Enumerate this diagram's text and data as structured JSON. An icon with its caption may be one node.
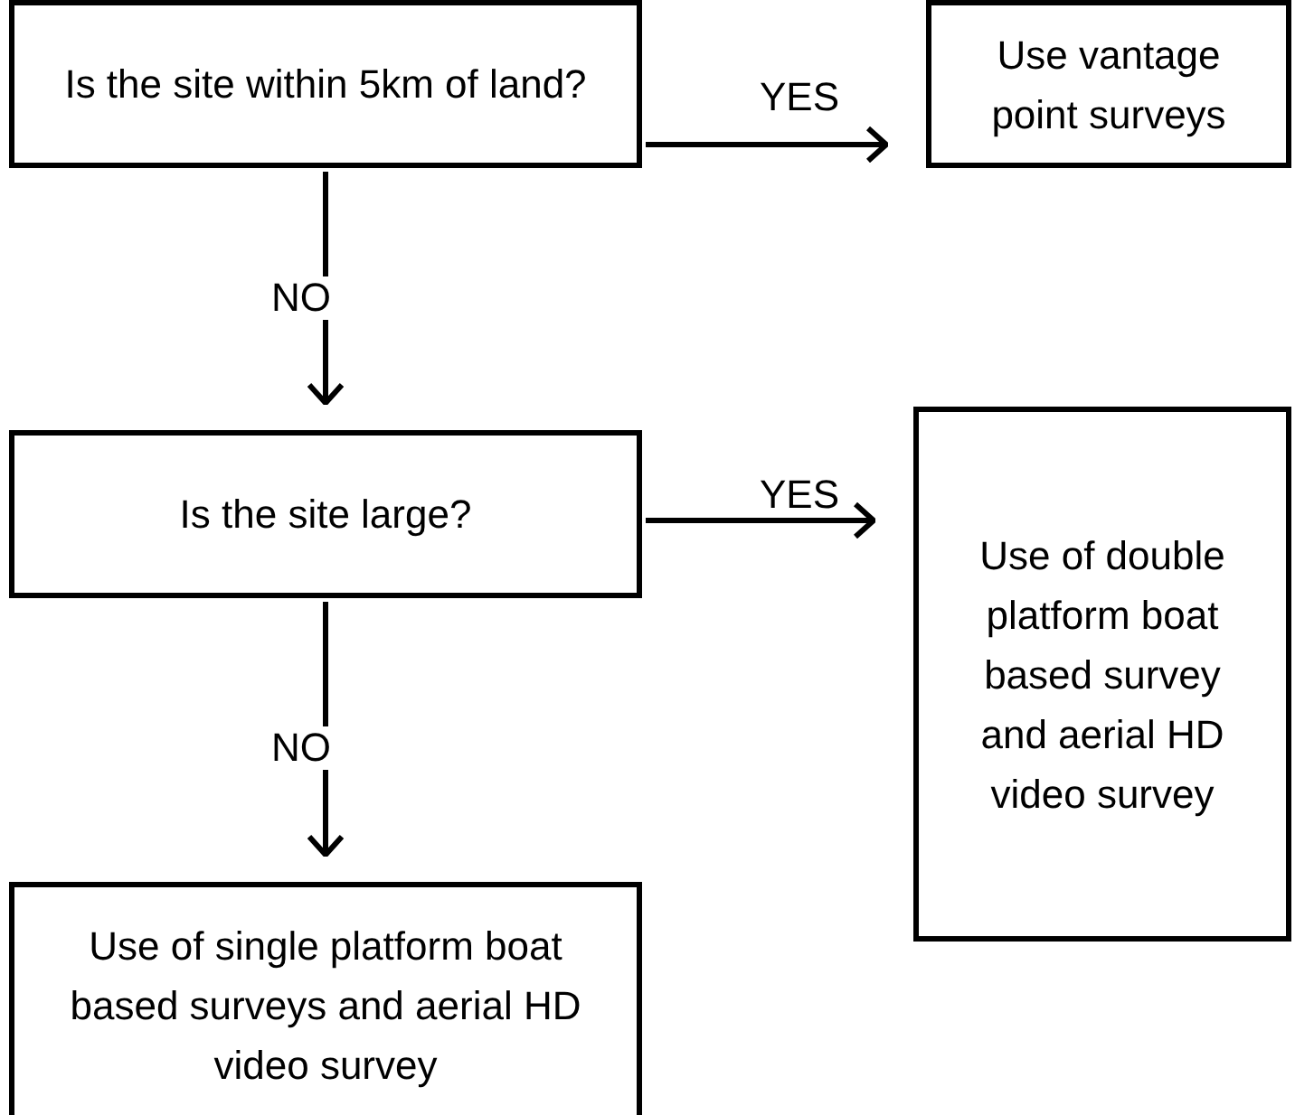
{
  "diagram": {
    "nodes": [
      {
        "text": [
          "Is the site within 5km of land?"
        ]
      },
      {
        "text": [
          "Use vantage point surveys"
        ]
      },
      {
        "text": [
          "Is the site large?"
        ]
      },
      {
        "text": [
          "Use of double platform boat based survey and aerial HD video survey"
        ]
      },
      {
        "text": [
          "Use of single platform boat based surveys and aerial HD video survey"
        ]
      }
    ],
    "edges": [
      {
        "from": 0,
        "to": 1,
        "arrow": "to",
        "label": "YES"
      },
      {
        "from": 0,
        "to": 2,
        "arrow": "to",
        "label": "NO"
      },
      {
        "from": 2,
        "to": 3,
        "arrow": "to",
        "label": "YES"
      },
      {
        "from": 2,
        "to": 4,
        "arrow": "to",
        "label": "NO"
      }
    ]
  }
}
